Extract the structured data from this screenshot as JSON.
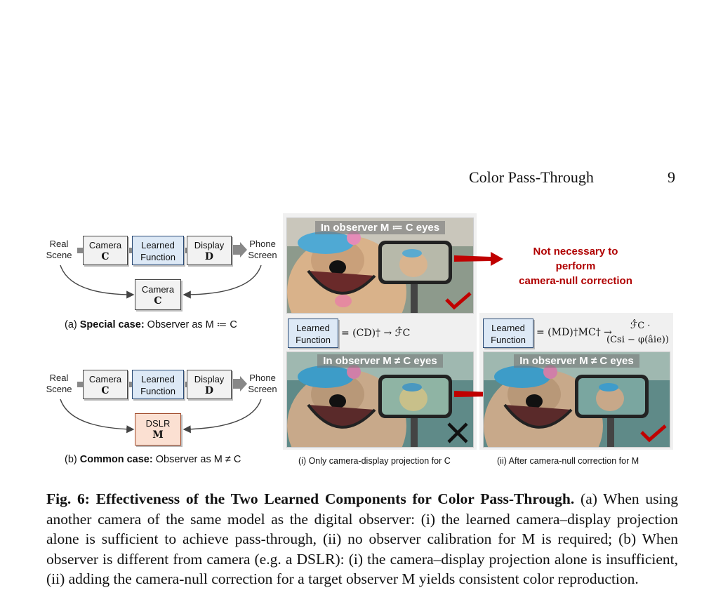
{
  "header": {
    "title": "Color Pass-Through",
    "page": "9"
  },
  "panel_a": {
    "real_scene": [
      "Real",
      "Scene"
    ],
    "phone_screen": [
      "Phone",
      "Screen"
    ],
    "camera": {
      "name": "Camera",
      "sym": "C"
    },
    "learned": [
      "Learned",
      "Function"
    ],
    "display": {
      "name": "Display",
      "sym": "D"
    },
    "observer": {
      "name": "Camera",
      "sym": "C"
    },
    "caption_prefix": "(a) ",
    "caption_bold": "Special case:",
    "caption_rest": "  Observer as M ≔ C"
  },
  "panel_b": {
    "real_scene": [
      "Real",
      "Scene"
    ],
    "phone_screen": [
      "Phone",
      "Screen"
    ],
    "camera": {
      "name": "Camera",
      "sym": "C"
    },
    "learned": [
      "Learned",
      "Function"
    ],
    "display": {
      "name": "Display",
      "sym": "D"
    },
    "observer": {
      "name": "DSLR",
      "sym": "M"
    },
    "caption_prefix": "(b) ",
    "caption_bold": "Common case:",
    "caption_rest": " Observer as M ≠ C"
  },
  "photos": {
    "top_banner": "In observer M ≔ C eyes",
    "bottom_left_banner": "In observer M ≠ C eyes",
    "bottom_right_banner": "In observer M ≠ C eyes"
  },
  "note": [
    "Not necessary to",
    "perform",
    "camera-null correction"
  ],
  "equations": {
    "left_box": [
      "Learned",
      "Function"
    ],
    "left_eq": "= (CD)† → ℱ̂C",
    "right_box": [
      "Learned",
      "Function"
    ],
    "right_eq": "= (MD)†MC† →",
    "right_eq_top": "ℱ̂C ·",
    "right_eq_bottom": "(Csi − φ(âie))"
  },
  "sub_captions": {
    "left": "(i) Only camera-display projection for C",
    "right": "(ii) After camera-null correction for M"
  },
  "caption": {
    "label": "Fig. 6: Effectiveness of the Two Learned Components for Color Pass-Through.",
    "text": " (a) When using another camera of the same model as the digital observer: (i) the learned camera–display projection alone is sufficient to achieve pass-through, (ii) no observer calibration for M is required; (b) When observer is different from camera (e.g. a DSLR): (i) the camera–display projection alone is insufficient, (ii) adding the camera-null correction for a target observer M yields consistent color reproduction."
  },
  "colors": {
    "check": "#c00000",
    "arrow": "#c00000",
    "learned_box": "#dde9f6",
    "dslr_box": "#fbe0d2"
  }
}
